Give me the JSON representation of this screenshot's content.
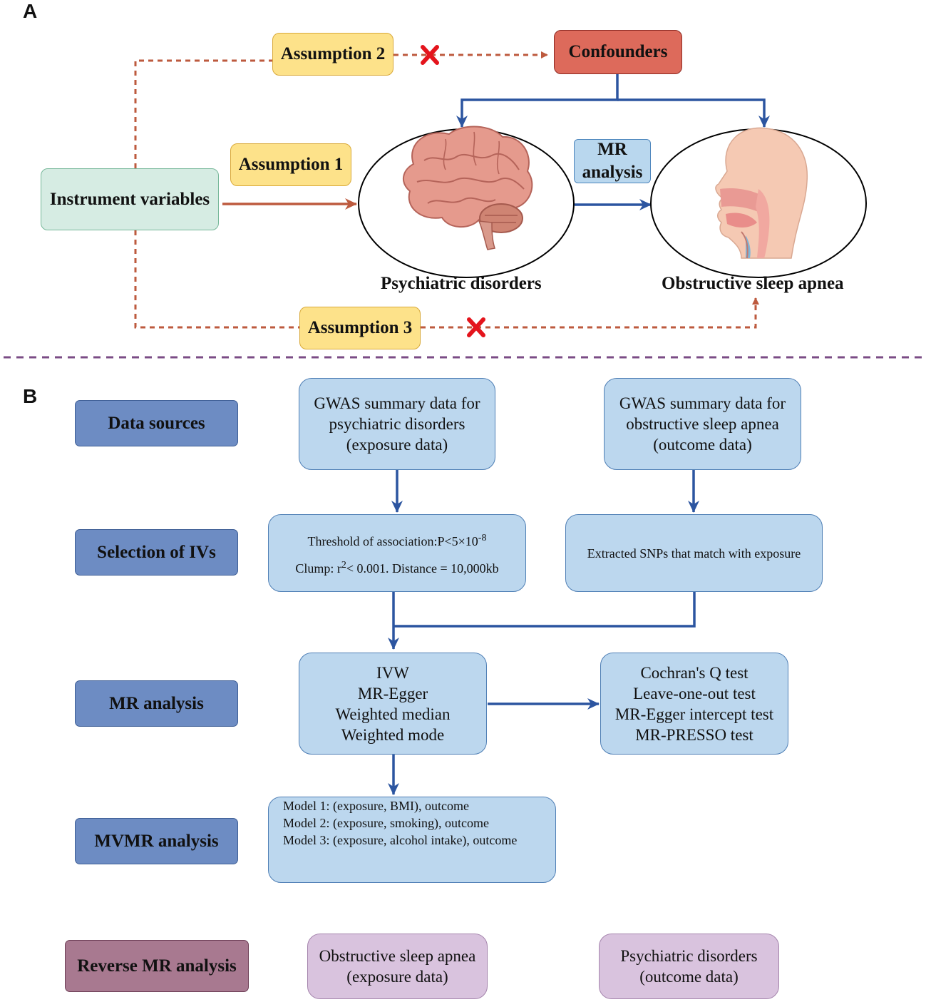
{
  "panel_a": {
    "letter": "A",
    "assumption1": "Assumption 1",
    "assumption2": "Assumption 2",
    "assumption3": "Assumption 3",
    "confounders": "Confounders",
    "instrument": "Instrument variables",
    "mr_tag": [
      "MR",
      "analysis"
    ],
    "exposure_label": "Psychiatric disorders",
    "outcome_label": "Obstructive sleep apnea"
  },
  "panel_b": {
    "letter": "B",
    "rows": {
      "data_sources": "Data sources",
      "selection": "Selection of IVs",
      "mr_analysis": "MR analysis",
      "mvmr": "MVMR analysis",
      "reverse": "Reverse MR analysis"
    },
    "gwas_exposure": [
      "GWAS summary data for",
      "psychiatric disorders",
      "(exposure data)"
    ],
    "gwas_outcome": [
      "GWAS summary data for",
      "obstructive sleep apnea",
      "(outcome data)"
    ],
    "threshold": {
      "line1_prefix": "Threshold of association:P<5×10",
      "line1_exp": "-8",
      "line2_prefix": "Clump: r",
      "line2_exp": "2",
      "line2_suffix": "< 0.001. Distance = 10,000kb"
    },
    "extracted": "Extracted SNPs that match with exposure",
    "methods": [
      "IVW",
      "MR-Egger",
      "Weighted median",
      "Weighted mode"
    ],
    "sensitivity": [
      "Cochran's Q test",
      "Leave-one-out test",
      "MR-Egger intercept test",
      "MR-PRESSO test"
    ],
    "models": [
      "Model 1: (exposure, BMI), outcome",
      "Model 2: (exposure, smoking), outcome",
      "Model 3: (exposure, alcohol intake), outcome"
    ],
    "reverse_exposure": [
      "Obstructive sleep apnea",
      "(exposure data)"
    ],
    "reverse_outcome": [
      "Psychiatric disorders",
      "(outcome data)"
    ]
  },
  "colors": {
    "dashed_red": "#bd5a3e",
    "arrow_blue": "#2c55a0",
    "divider_purple": "#7b4c86",
    "cross_red": "#e4141c"
  }
}
